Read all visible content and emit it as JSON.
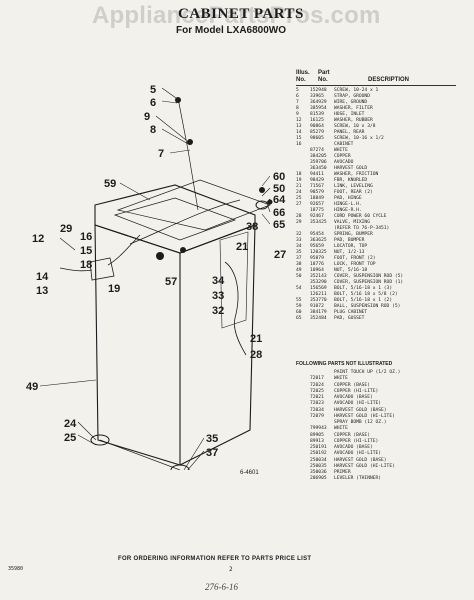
{
  "watermark": "AppliancePartsPros.com",
  "title": "CABINET PARTS",
  "subtitle": "For Model LXA6800WO",
  "figure_number": "6-4601",
  "callouts": [
    "5",
    "6",
    "9",
    "8",
    "7",
    "59",
    "60",
    "50",
    "64",
    "66",
    "65",
    "27",
    "12",
    "29",
    "16",
    "15",
    "18",
    "14",
    "13",
    "19",
    "38",
    "21",
    "57",
    "34",
    "33",
    "32",
    "21",
    "28",
    "49",
    "24",
    "25",
    "35",
    "37"
  ],
  "columns": {
    "ill": "Illus.",
    "no": "No.",
    "part": "Part",
    "part_no": "No.",
    "description": "DESCRIPTION"
  },
  "parts": [
    {
      "ill": "5",
      "part": "152948",
      "desc": "SCREW, 10-24 x 1"
    },
    {
      "ill": "6",
      "part": "33965",
      "desc": "STRAP, GROUND"
    },
    {
      "ill": "7",
      "part": "364929",
      "desc": "WIRE, GROUND"
    },
    {
      "ill": "8",
      "part": "385954",
      "desc": "WASHER, FILTER"
    },
    {
      "ill": "9",
      "part": "81539",
      "desc": "HOSE, INLET"
    },
    {
      "ill": "12",
      "part": "16125",
      "desc": "WASHER, RUBBER"
    },
    {
      "ill": "13",
      "part": "90864",
      "desc": "SCREW, 10 x 3/8"
    },
    {
      "ill": "14",
      "part": "85279",
      "desc": "PANEL, REAR"
    },
    {
      "ill": "15",
      "part": "98605",
      "desc": "SCREW, 10-16 x 1/2"
    },
    {
      "ill": "16",
      "part": "",
      "desc": "CABINET"
    },
    {
      "ill": "",
      "part": "87274",
      "desc": "WHITE"
    },
    {
      "ill": "",
      "part": "384205",
      "desc": "COPPER"
    },
    {
      "ill": "",
      "part": "359706",
      "desc": "AVOCADO"
    },
    {
      "ill": "",
      "part": "363450",
      "desc": "HARVEST GOLD"
    },
    {
      "ill": "18",
      "part": "94411",
      "desc": "WASHER, FRICTION"
    },
    {
      "ill": "19",
      "part": "98429",
      "desc": "FBR, KNURLED"
    },
    {
      "ill": "21",
      "part": "71567",
      "desc": "LINK, LEVELING"
    },
    {
      "ill": "24",
      "part": "98579",
      "desc": "FOOT, REAR (2)"
    },
    {
      "ill": "25",
      "part": "18849",
      "desc": "PAD, HINGE"
    },
    {
      "ill": "27",
      "part": "92657",
      "desc": "HINGE-L.H."
    },
    {
      "ill": "",
      "part": "18775",
      "desc": "HINGE-R.H."
    },
    {
      "ill": "28",
      "part": "92467",
      "desc": "CORD POWER 60 CYCLE"
    },
    {
      "ill": "29",
      "part": "353425",
      "desc": "VALVE, MIXING"
    },
    {
      "ill": "",
      "part": "",
      "desc": "(REFER TO 76-P-3451)"
    },
    {
      "ill": "32",
      "part": "95454",
      "desc": "SPRING, BUMPER"
    },
    {
      "ill": "33",
      "part": "363625",
      "desc": "PAD, BUMPER"
    },
    {
      "ill": "34",
      "part": "95659",
      "desc": "LOCATOR, TOP"
    },
    {
      "ill": "35",
      "part": "120325",
      "desc": "NUT, 1/2-13"
    },
    {
      "ill": "37",
      "part": "95879",
      "desc": "FOOT, FRONT (2)"
    },
    {
      "ill": "38",
      "part": "18776",
      "desc": "LOCK, FRONT TOP"
    },
    {
      "ill": "49",
      "part": "10964",
      "desc": "NUT, 5/16-18"
    },
    {
      "ill": "50",
      "part": "352143",
      "desc": "COVER, SUSPENSION ROD (5)"
    },
    {
      "ill": "",
      "part": "353290",
      "desc": "COVER, SUSPENSION ROD (1)"
    },
    {
      "ill": "54",
      "part": "156569",
      "desc": "BOLT, 5/16-18 x 1 (3)"
    },
    {
      "ill": "",
      "part": "126211",
      "desc": "BOLT, 5/16 18 x 5/8 (2)"
    },
    {
      "ill": "55",
      "part": "353770",
      "desc": "BOLT, 5/16-18 x 1 (2)"
    },
    {
      "ill": "59",
      "part": "91072",
      "desc": "BALL, SUSPENSION ROD (5)"
    },
    {
      "ill": "60",
      "part": "384179",
      "desc": "PLUG CABINET"
    },
    {
      "ill": "65",
      "part": "352484",
      "desc": "PAD, GUSSET"
    }
  ],
  "not_illustrated_title": "FOLLOWING PARTS NOT ILLUSTRATED",
  "not_illustrated": [
    {
      "part": "",
      "desc": "PAINT TOUCH UP (1/2 OZ.)"
    },
    {
      "part": "72017",
      "desc": "WHITE"
    },
    {
      "part": "72024",
      "desc": "COPPER (BASE)"
    },
    {
      "part": "72025",
      "desc": "COPPER (HI-LITE)"
    },
    {
      "part": "72021",
      "desc": "AVOCADO (BASE)"
    },
    {
      "part": "72023",
      "desc": "AVOCADO (HI-LITE)"
    },
    {
      "part": "72034",
      "desc": "HARVEST GOLD (BASE)"
    },
    {
      "part": "72079",
      "desc": "HARVEST GOLD (HI-LITE)"
    },
    {
      "part": "",
      "desc": "SPRAY BOMB (12 OZ.)"
    },
    {
      "part": "799943",
      "desc": "WHITE"
    },
    {
      "part": "89905",
      "desc": "COPPER (BASE)"
    },
    {
      "part": "89913",
      "desc": "COPPER (HI-LITE)"
    },
    {
      "part": "250191",
      "desc": "AVOCADO (BASE)"
    },
    {
      "part": "250192",
      "desc": "AVOCADO (HI-LITE)"
    },
    {
      "part": "250034",
      "desc": "HARVEST GOLD (BASE)"
    },
    {
      "part": "250035",
      "desc": "HARVEST GOLD (HI-LITE)"
    },
    {
      "part": "350036",
      "desc": "PRIMER"
    },
    {
      "part": "206905",
      "desc": "LEVELER (THINNER)"
    }
  ],
  "footer": "FOR ORDERING INFORMATION REFER TO PARTS PRICE LIST",
  "page_left": "35980",
  "page_number": "2",
  "handwritten": "276-6-16"
}
